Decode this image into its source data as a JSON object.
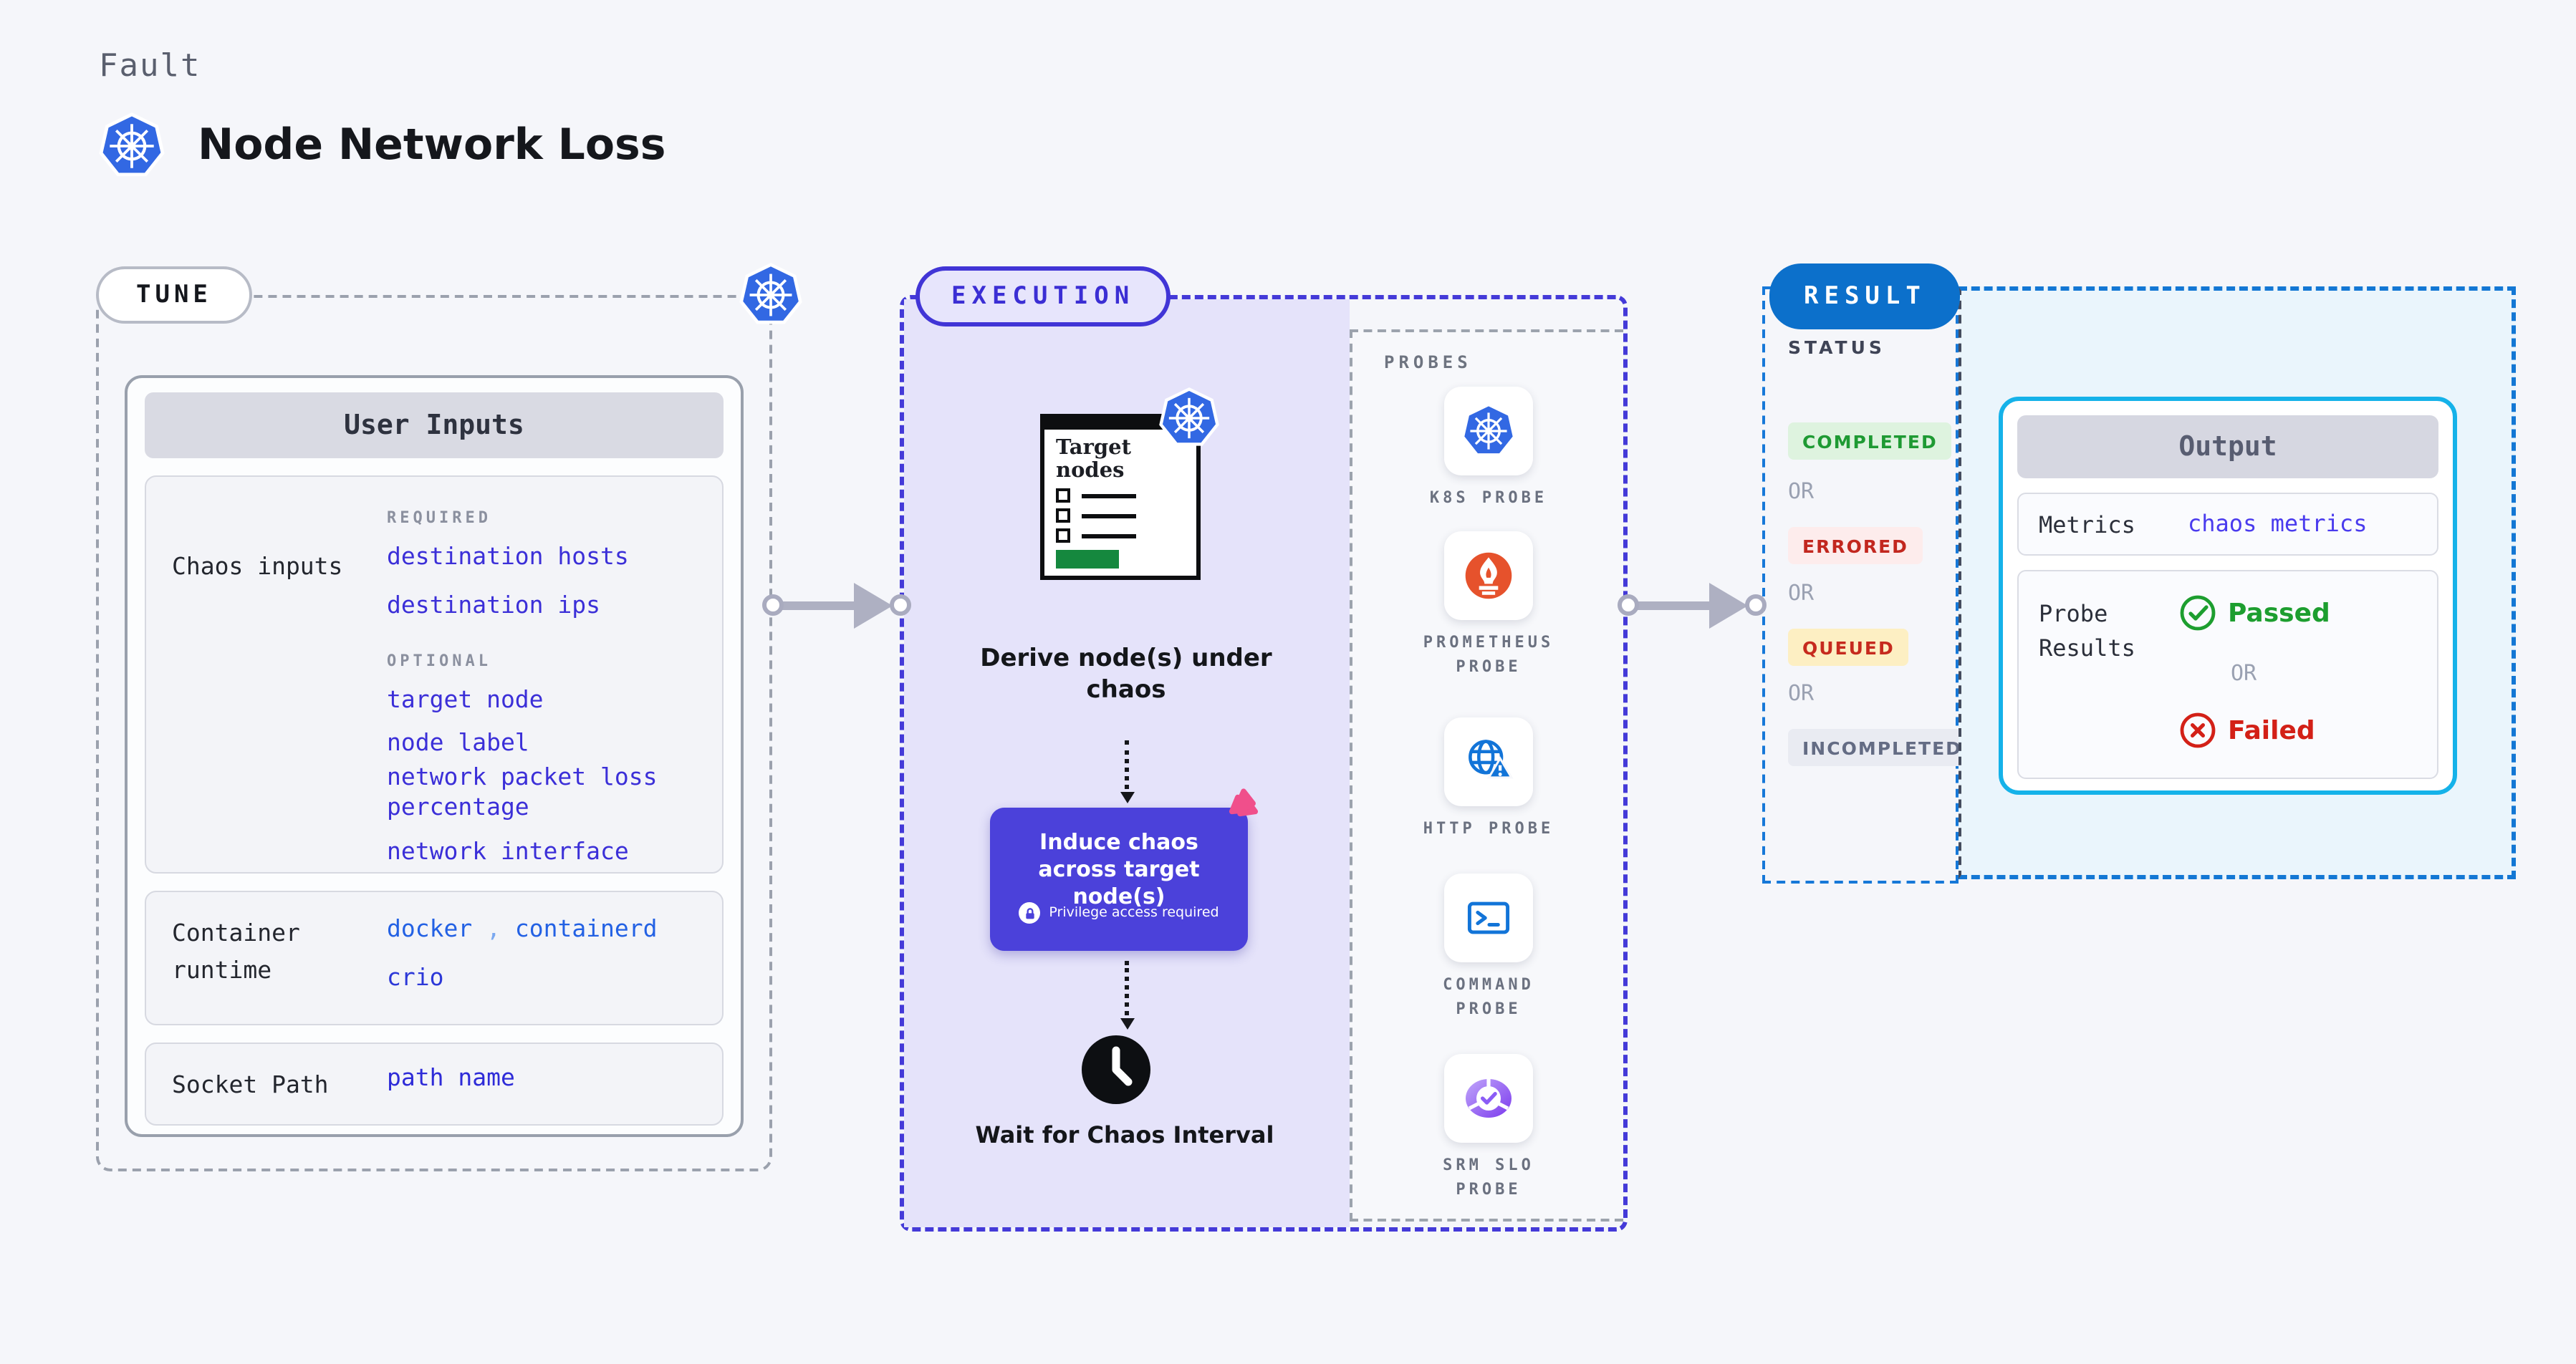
{
  "header": {
    "eyebrow": "Fault",
    "title": "Node Network Loss"
  },
  "tune": {
    "badge": "TUNE",
    "user_inputs_title": "User Inputs",
    "chaos_inputs_label": "Chaos inputs",
    "required_label": "REQUIRED",
    "required_items": [
      "destination hosts",
      "destination ips"
    ],
    "optional_label": "OPTIONAL",
    "optional_items": [
      "target node",
      "node label",
      "network packet loss percentage",
      "network interface"
    ],
    "container_runtime_label": "Container runtime",
    "container_runtime_value1": "docker",
    "container_runtime_comma": ",",
    "container_runtime_value2": "containerd",
    "container_runtime_value3": "crio",
    "socket_path_label": "Socket Path",
    "socket_path_value": "path name"
  },
  "execution": {
    "badge": "EXECUTION",
    "target_nodes_title": "Target nodes",
    "derive_text": "Derive node(s) under chaos",
    "induce_text": "Induce chaos across target node(s)",
    "privilege_text": "Privilege access required",
    "wait_text": "Wait for Chaos Interval"
  },
  "probes": {
    "title": "PROBES",
    "items": [
      {
        "label": "K8S PROBE",
        "icon": "kubernetes-probe-icon"
      },
      {
        "label": "PROMETHEUS PROBE",
        "icon": "prometheus-probe-icon"
      },
      {
        "label": "HTTP PROBE",
        "icon": "http-probe-icon"
      },
      {
        "label": "COMMAND PROBE",
        "icon": "command-probe-icon"
      },
      {
        "label": "SRM SLO PROBE",
        "icon": "srm-slo-probe-icon"
      }
    ]
  },
  "result": {
    "badge": "RESULT",
    "status_label": "STATUS",
    "or_label": "OR",
    "statuses": [
      {
        "label": "COMPLETED",
        "bg": "#def3df",
        "color": "#1e9a33"
      },
      {
        "label": "ERRORED",
        "bg": "#fdecec",
        "color": "#c2271f"
      },
      {
        "label": "QUEUED",
        "bg": "#fdefc3",
        "color": "#c62a1e"
      },
      {
        "label": "INCOMPLETED",
        "bg": "#e9ebf2",
        "color": "#646c84"
      }
    ],
    "output": {
      "title": "Output",
      "metrics_label": "Metrics",
      "metrics_value": "chaos metrics",
      "probe_results_label": "Probe Results",
      "passed_label": "Passed",
      "or_label": "OR",
      "failed_label": "Failed"
    }
  },
  "colors": {
    "page_bg": "#f5f6fa",
    "execution_fill": "#e5e3fa",
    "execution_border": "#443ad8",
    "induce_box": "#4b41da",
    "result_border": "#1377d4",
    "result_fill": "#eaf5fc",
    "output_border": "#15b2e9",
    "kubernetes_blue": "#3268e3",
    "prometheus_orange": "#e6522c",
    "litmus_pink": "#f04f8b",
    "link_indigo": "#3b2fd8",
    "passed_green": "#1d9e2f",
    "failed_red": "#d32017",
    "arrow_grey": "#aeb0c2"
  }
}
